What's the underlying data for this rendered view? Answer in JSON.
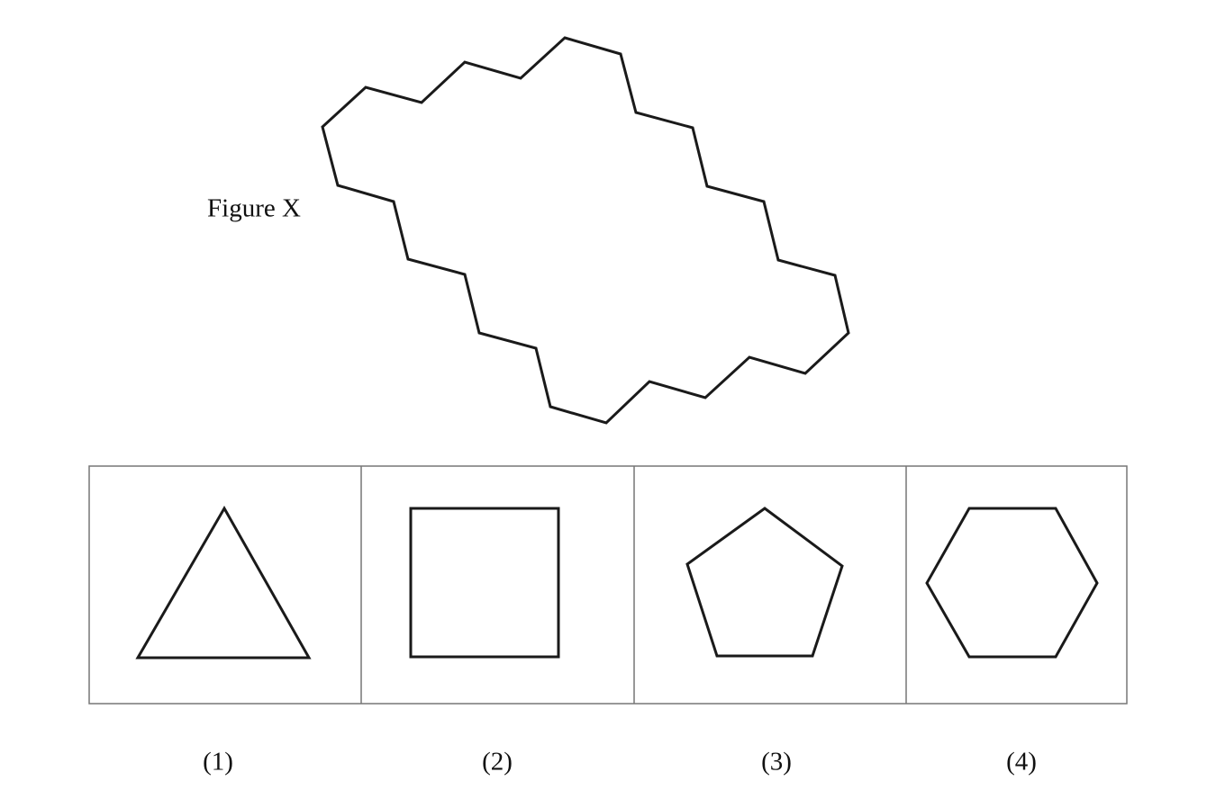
{
  "figure": {
    "label": "Figure X",
    "description_shape": "zigzag-hexagon-tiling-outline"
  },
  "options": [
    {
      "label": "(1)",
      "shape": "triangle"
    },
    {
      "label": "(2)",
      "shape": "square"
    },
    {
      "label": "(3)",
      "shape": "pentagon"
    },
    {
      "label": "(4)",
      "shape": "hexagon"
    }
  ],
  "colors": {
    "stroke": "#1a1a1a",
    "frame": "#777777",
    "background": "#ffffff"
  }
}
